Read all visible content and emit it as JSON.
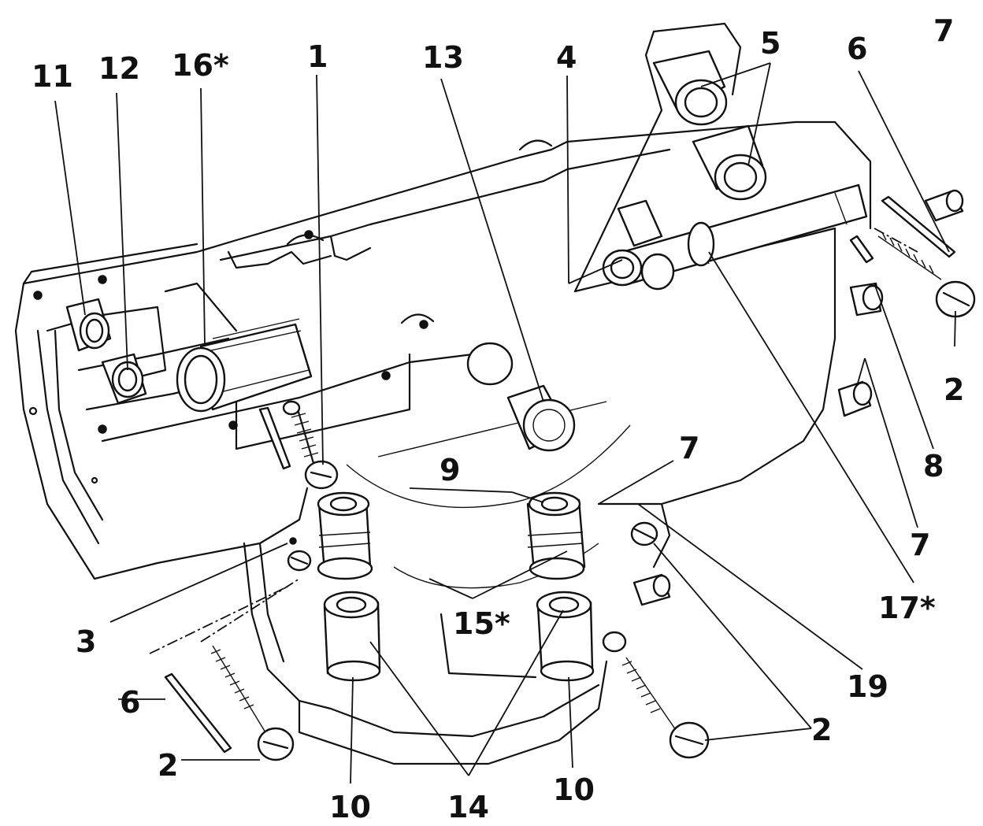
{
  "diagram": {
    "callouts": [
      {
        "id": "c11",
        "text": "11"
      },
      {
        "id": "c12",
        "text": "12"
      },
      {
        "id": "c16",
        "text": "16*"
      },
      {
        "id": "c1",
        "text": "1"
      },
      {
        "id": "c13",
        "text": "13"
      },
      {
        "id": "c4",
        "text": "4"
      },
      {
        "id": "c5",
        "text": "5"
      },
      {
        "id": "c6a",
        "text": "6"
      },
      {
        "id": "c7a",
        "text": "7"
      },
      {
        "id": "c2a",
        "text": "2"
      },
      {
        "id": "c8",
        "text": "8"
      },
      {
        "id": "c7b",
        "text": "7"
      },
      {
        "id": "c17",
        "text": "17*"
      },
      {
        "id": "c9",
        "text": "9"
      },
      {
        "id": "c7c",
        "text": "7"
      },
      {
        "id": "c19",
        "text": "19"
      },
      {
        "id": "c15",
        "text": "15*"
      },
      {
        "id": "c3",
        "text": "3"
      },
      {
        "id": "c6b",
        "text": "6"
      },
      {
        "id": "c2b",
        "text": "2"
      },
      {
        "id": "c10a",
        "text": "10"
      },
      {
        "id": "c14",
        "text": "14"
      },
      {
        "id": "c10b",
        "text": "10"
      },
      {
        "id": "c2c",
        "text": "2"
      }
    ]
  }
}
